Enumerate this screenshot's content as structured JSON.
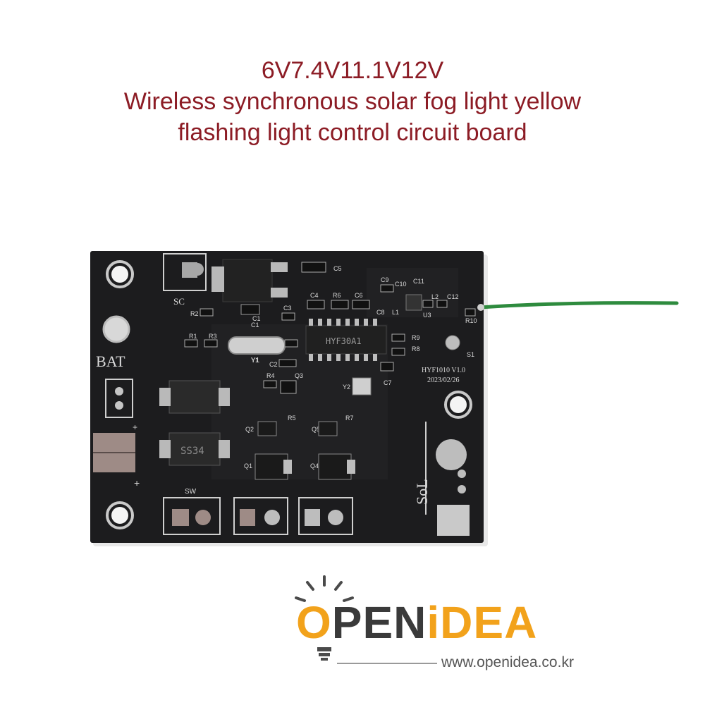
{
  "title": {
    "line1": "6V7.4V11.1V12V",
    "line2": "Wireless synchronous solar fog light yellow",
    "line3": "flashing light control circuit board"
  },
  "board": {
    "label_bat": "BAT",
    "label_sc": "SC",
    "label_sw": "SW",
    "label_sol": "SoL",
    "model": "HYF1010  V1.0",
    "date": "2023/02/26",
    "chip_marking": "HYF30A1",
    "diode_marking": "SS34",
    "refs": [
      "C5",
      "C4",
      "R6",
      "C6",
      "C9",
      "C10",
      "C11",
      "L2",
      "C12",
      "R10",
      "U3",
      "C8",
      "L1",
      "R9",
      "R8",
      "S1",
      "R2",
      "C1",
      "C3",
      "R1",
      "R3",
      "Y1",
      "C2",
      "R4",
      "Q3",
      "Y2",
      "C7",
      "Q2",
      "R5",
      "Q5",
      "R7",
      "Q1",
      "Q4"
    ],
    "colors": {
      "pcb": "#1c1c1e",
      "silk": "#d9d9d9",
      "antenna": "#2e8b3e"
    }
  },
  "logo": {
    "o": "O",
    "pen": "PEN",
    "i": "i",
    "dea": "DEA",
    "url": "www.openidea.co.kr"
  }
}
